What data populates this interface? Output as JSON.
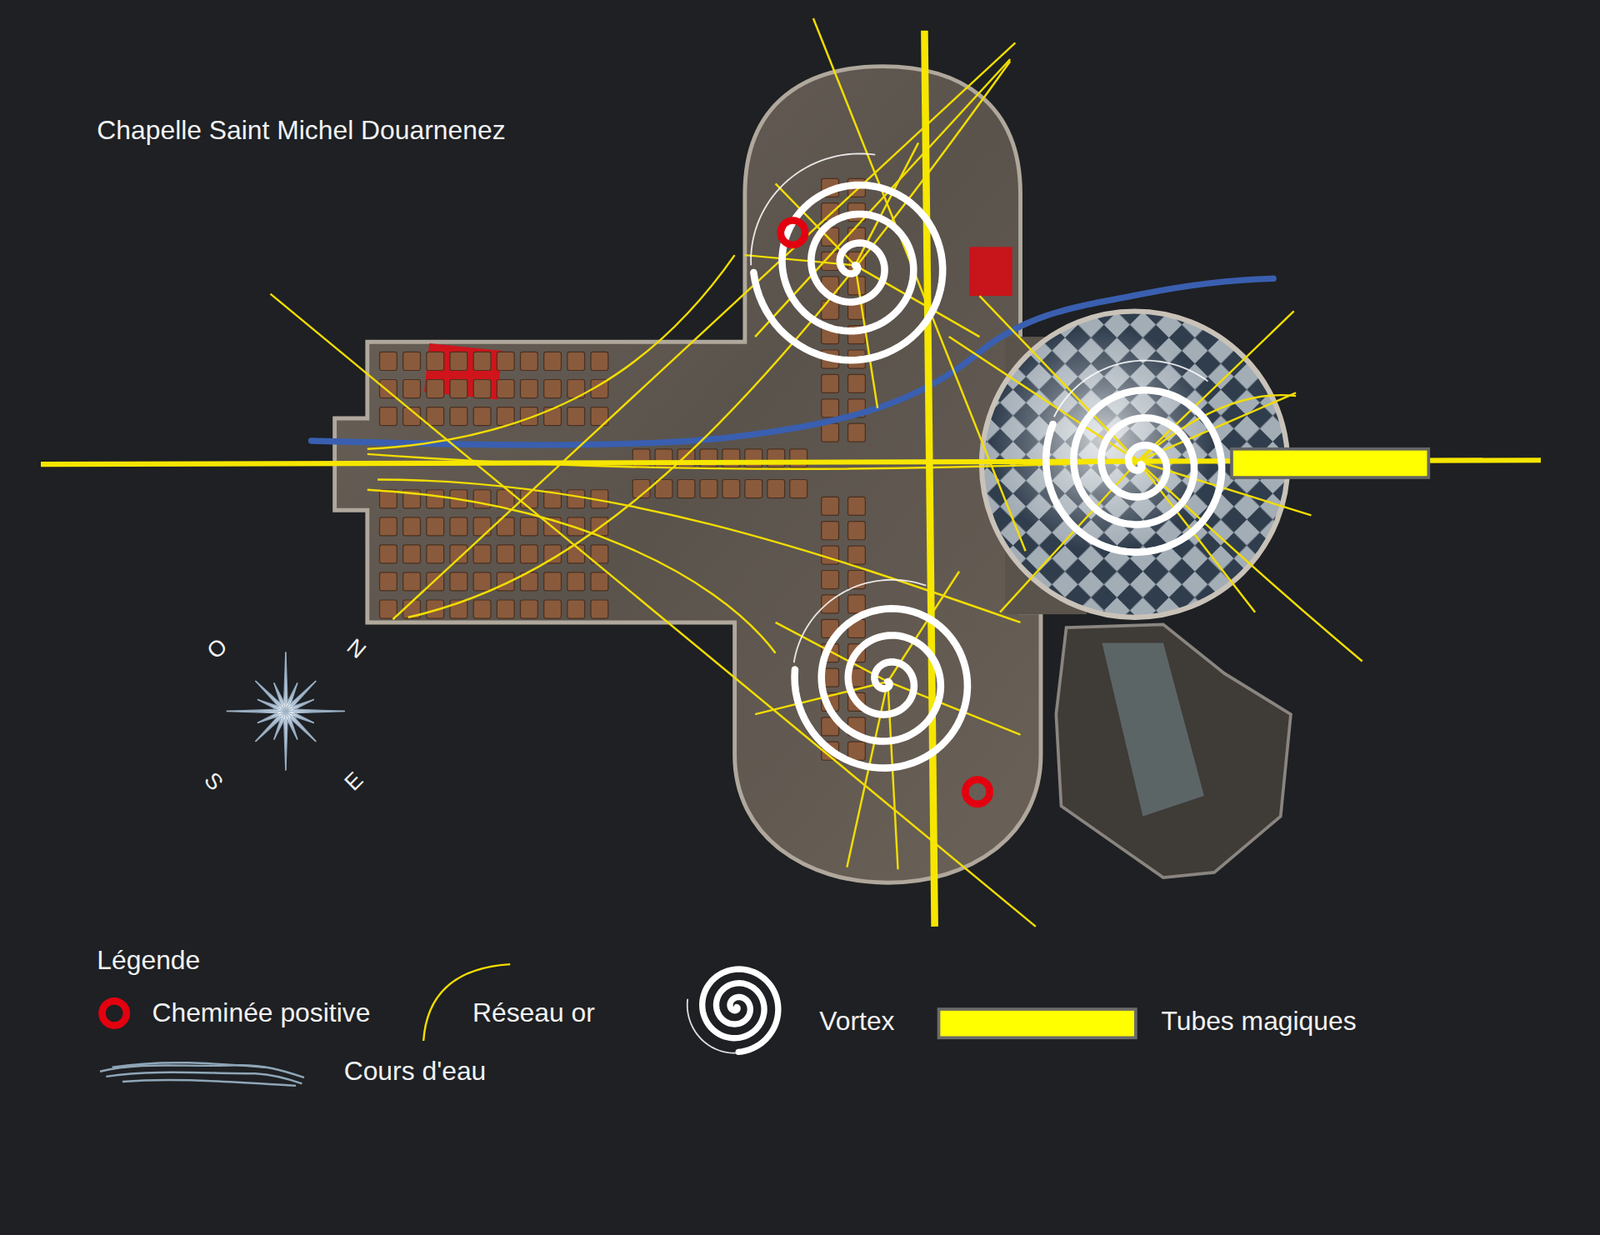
{
  "diagram": {
    "title": "Chapelle Saint Michel Douarnenez",
    "labels": [
      "Légende",
      "O",
      "N",
      "S",
      "E"
    ],
    "legend": [
      {
        "text": "Cheminée positive"
      },
      {
        "text": "Réseau or"
      },
      {
        "text": "Vortex"
      },
      {
        "text": "Tubes magiques",
        "color": "#ffff00"
      },
      {
        "text": "Cours d'eau"
      }
    ]
  }
}
